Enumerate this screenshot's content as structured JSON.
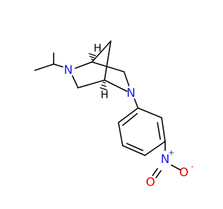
{
  "molecule": {
    "atoms": {
      "n_isopropyl": {
        "symbol": "N",
        "color": "#1a1ae6"
      },
      "n_aryl": {
        "symbol": "N",
        "color": "#1a1ae6"
      },
      "h_upper": {
        "symbol": "H",
        "color": "#000000"
      },
      "h_lower": {
        "symbol": "H",
        "color": "#000000"
      },
      "n_nitro": {
        "symbol": "N",
        "charge": "+",
        "color": "#1a1ae6"
      },
      "o_nitro_anion": {
        "symbol": "O",
        "charge": "-",
        "color": "#e60000"
      },
      "o_nitro_double": {
        "symbol": "O",
        "color": "#e60000"
      }
    },
    "bond_color": "#000000",
    "background": "#ffffff"
  }
}
